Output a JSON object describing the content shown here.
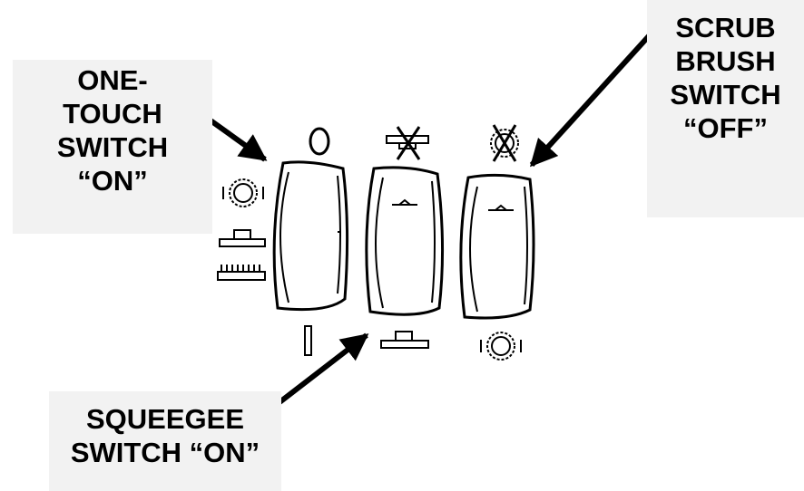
{
  "labels": {
    "one_touch": [
      "ONE-",
      "TOUCH",
      "SWITCH",
      "“ON”"
    ],
    "scrub_brush": [
      "SCRUB",
      "BRUSH",
      "SWITCH",
      "“OFF”"
    ],
    "squeegee": [
      "SQUEEGEE",
      "SWITCH “ON”"
    ]
  },
  "icons": [
    "power-off-icon",
    "power-on-icon",
    "brush-icon",
    "squeegee-icon",
    "scrub-brush-icon",
    "squeegee-disabled-icon",
    "brush-disabled-icon"
  ],
  "colors": {
    "ink": "#000000",
    "label_bg": "#f2f2f2"
  }
}
